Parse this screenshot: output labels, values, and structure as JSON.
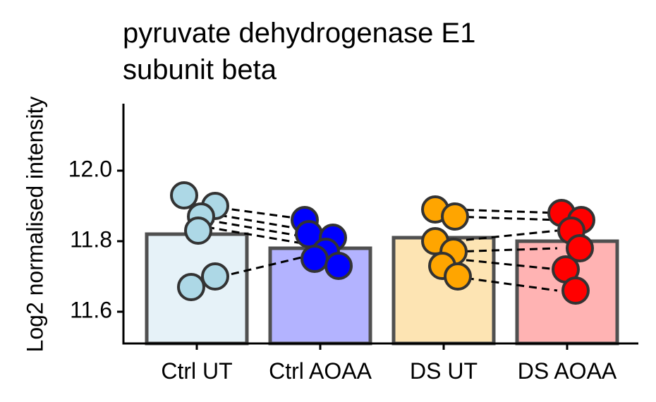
{
  "chart_data": {
    "type": "bar",
    "title_lines": [
      "pyruvate dehydrogenase E1",
      "subunit beta"
    ],
    "xlabel": "",
    "ylabel": "Log2 normalised intensity",
    "ylim": [
      11.51,
      12.19
    ],
    "yticks": [
      {
        "value": 11.6,
        "label": "11.6"
      },
      {
        "value": 11.8,
        "label": "11.8"
      },
      {
        "value": 12.0,
        "label": "12.0"
      }
    ],
    "categories": [
      "Ctrl UT",
      "Ctrl AOAA",
      "DS UT",
      "DS AOAA"
    ],
    "bar_values": [
      11.82,
      11.78,
      11.81,
      11.8
    ],
    "bar_fill_colors": [
      "#e6f2f8",
      "#b3b3ff",
      "#fde4b3",
      "#ffb3b3"
    ],
    "point_colors": [
      "#add8e6",
      "#0000ff",
      "#ffa500",
      "#ff0000"
    ],
    "bar_stroke_color": "#505050",
    "points": [
      [
        11.93,
        11.9,
        11.87,
        11.83,
        11.7,
        11.67
      ],
      [
        11.86,
        11.82,
        11.81,
        11.77,
        11.75,
        11.73
      ],
      [
        11.89,
        11.87,
        11.8,
        11.77,
        11.73,
        11.7
      ],
      [
        11.88,
        11.86,
        11.83,
        11.78,
        11.72,
        11.66
      ]
    ],
    "pairs": [
      {
        "from": 0,
        "to": 1,
        "from_points": [
          11.9,
          11.88,
          11.86,
          11.84,
          11.69
        ],
        "to_points": [
          11.86,
          11.83,
          11.81,
          11.79,
          11.76
        ]
      },
      {
        "from": 2,
        "to": 3,
        "from_points": [
          11.89,
          11.87,
          11.8,
          11.77,
          11.75,
          11.7
        ],
        "to_points": [
          11.88,
          11.86,
          11.83,
          11.78,
          11.72,
          11.66
        ]
      }
    ],
    "grid": false,
    "legend": "none"
  }
}
